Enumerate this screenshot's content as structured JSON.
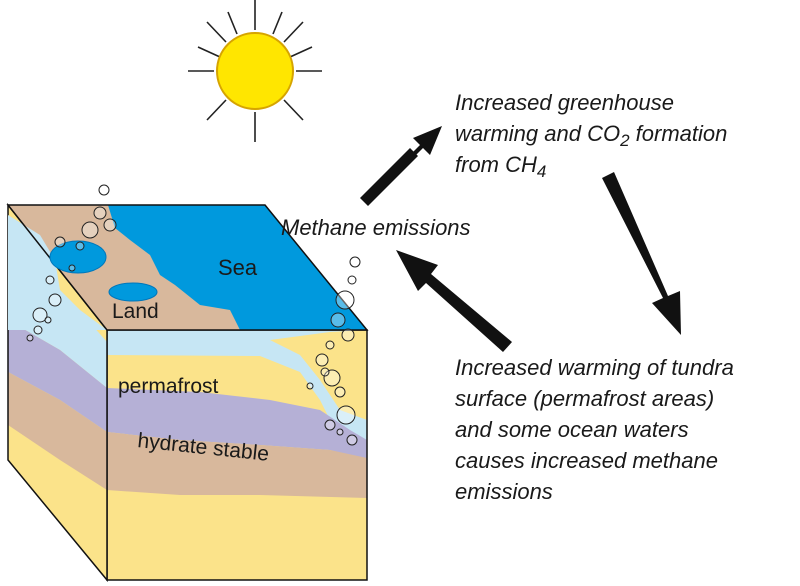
{
  "labels": {
    "sea": "Sea",
    "land": "Land",
    "permafrost": "permafrost",
    "hydrate": "hydrate stable",
    "methane": "Methane emissions"
  },
  "greenhouse": {
    "line1": "Increased greenhouse",
    "line2_pre": "warming and CO",
    "line2_sub": "2",
    "line2_post": " formation",
    "line3_pre": "from CH",
    "line3_sub": "4"
  },
  "warming_lines": [
    "Increased warming of tundra",
    "surface (permafrost areas)",
    "and some ocean waters",
    "causes increased methane",
    "emissions"
  ],
  "colors": {
    "sun": "#ffe600",
    "sea": "#0099dd",
    "land": "#d8b89c",
    "permafrost": "#c6e6f4",
    "hydrate": "#b5b0d6",
    "sediment": "#fbe38a",
    "arrow": "#111111"
  }
}
